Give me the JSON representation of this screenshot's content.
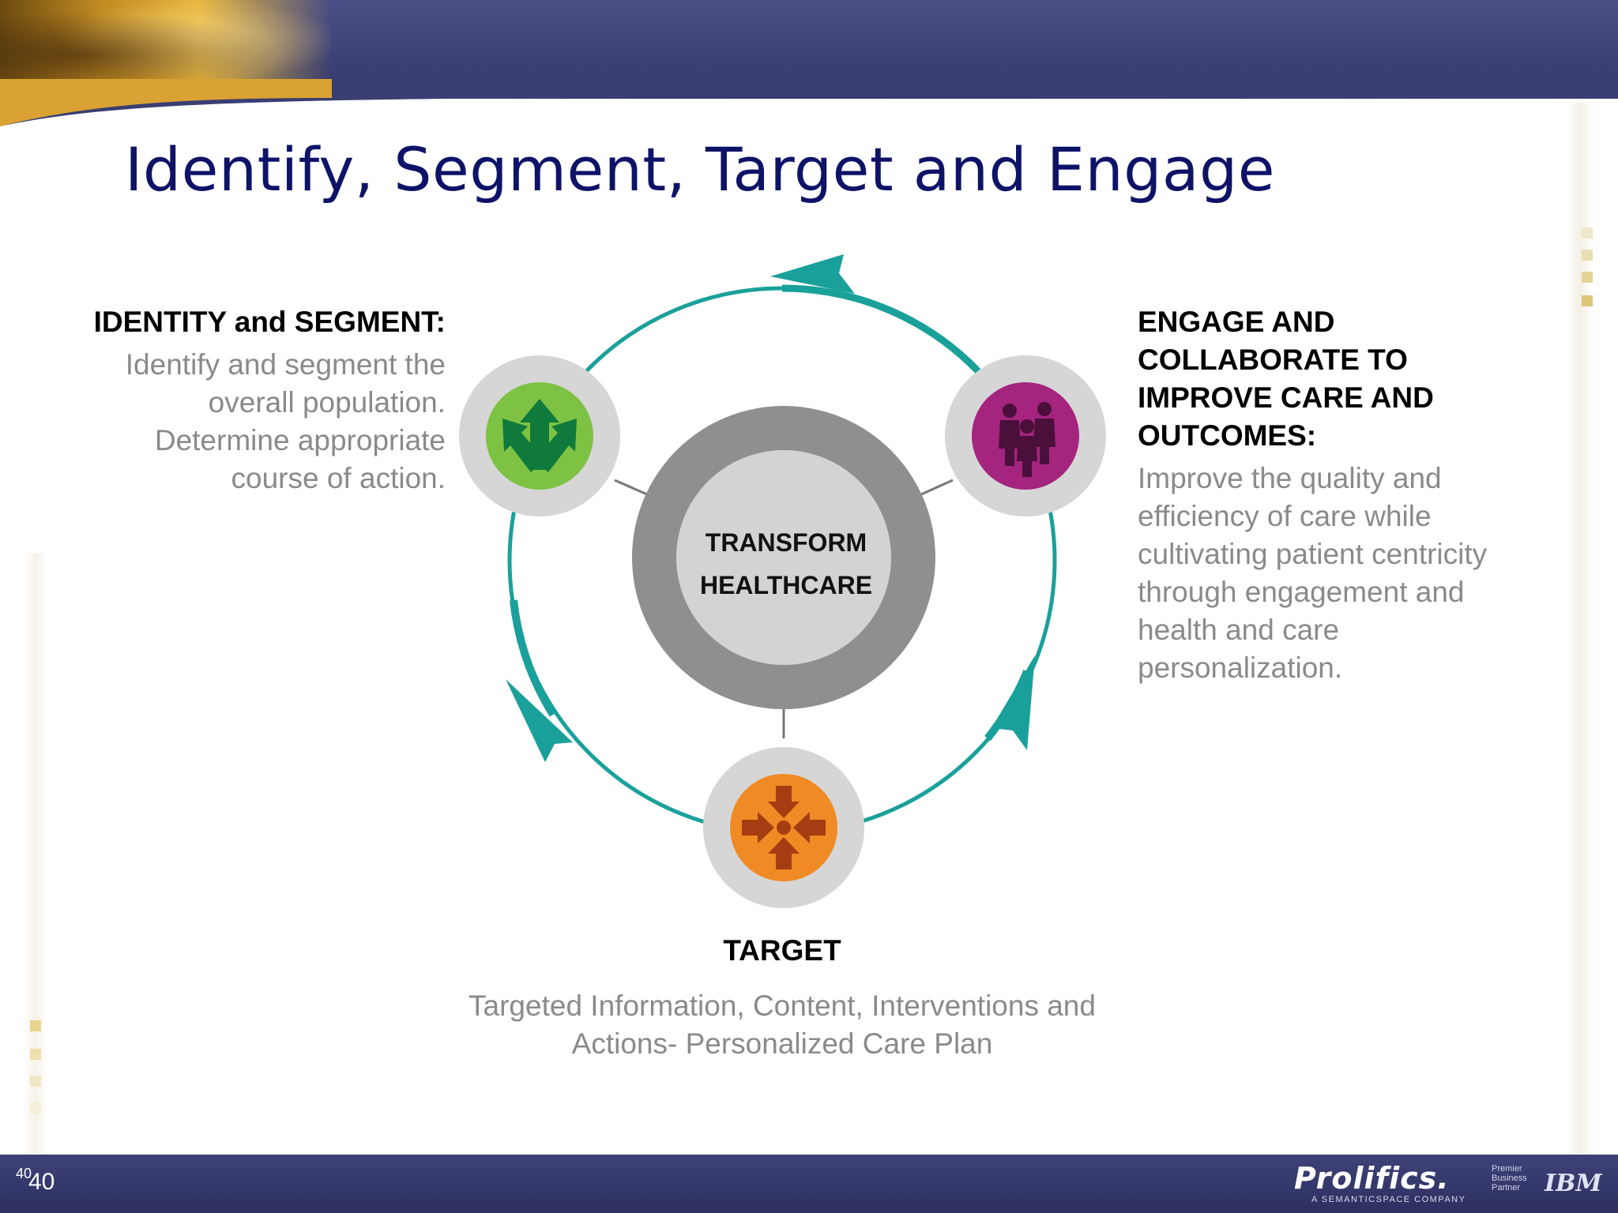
{
  "slide": {
    "title": "Identify, Segment, Target and Engage",
    "page_number": "40",
    "page_number_small": "40"
  },
  "diagram": {
    "center": {
      "line1": "TRANSFORM",
      "line2": "HEALTHCARE"
    },
    "nodes": [
      {
        "id": "identify",
        "color": "#7dc242",
        "heading": "IDENTITY and SEGMENT:",
        "body": [
          "Identify and segment the",
          "overall population.",
          "Determine appropriate",
          "course of action."
        ]
      },
      {
        "id": "engage",
        "color": "#a4247e",
        "heading": [
          "ENGAGE AND",
          "COLLABORATE TO",
          "IMPROVE CARE AND",
          "OUTCOMES:"
        ],
        "body": [
          "Improve the quality and",
          "efficiency of care while",
          "cultivating patient centricity",
          "through engagement and",
          "health and care",
          "personalization."
        ]
      },
      {
        "id": "target",
        "color": "#f08a24",
        "heading": "TARGET",
        "body": [
          "Targeted Information, Content, Interventions and",
          "Actions- Personalized Care Plan"
        ]
      }
    ],
    "ring_color": "#1aa09a"
  },
  "footer": {
    "brand": "Prolifics.",
    "brand_tagline": "A SEMANTICSPACE COMPANY",
    "partner_lines": [
      "Premier",
      "Business",
      "Partner"
    ],
    "partner_logo": "IBM"
  },
  "colors": {
    "header": "#33376a",
    "title": "#0e1368",
    "body_text": "#8a8a8a"
  }
}
